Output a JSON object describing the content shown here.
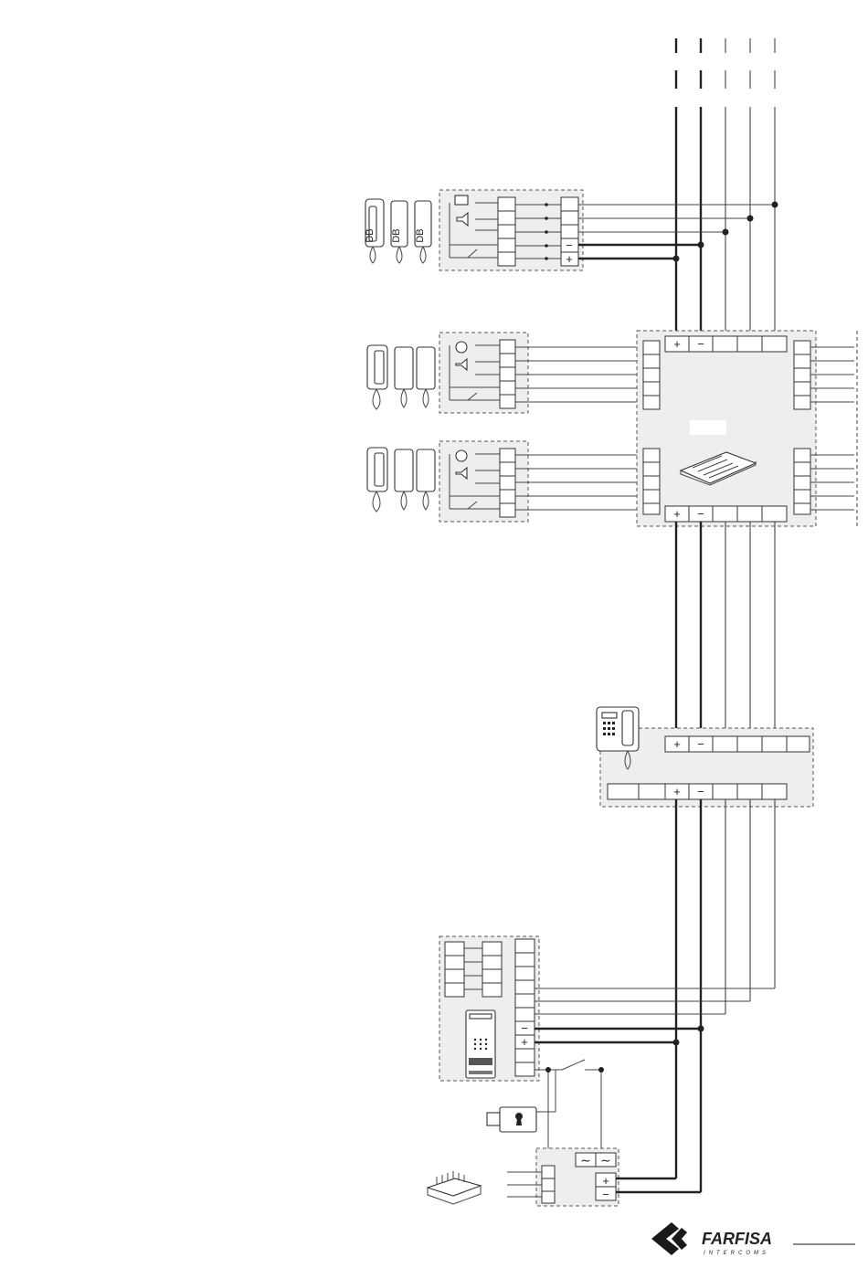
{
  "header": {},
  "colors": {
    "line": "#222222",
    "panel": "#eeeeee",
    "brand": "#1a1a1a"
  },
  "icons": [
    "handset-icon",
    "bell-icon",
    "speaker-icon",
    "door-switch-icon",
    "keypad-icon",
    "lock-icon",
    "power-supply-icon",
    "distributor-icon",
    "farfisa-logo"
  ],
  "labels": {
    "plus": "+",
    "minus": "−",
    "ac": "∼",
    "db": "DB"
  },
  "logo": {
    "brand": "FARFISA",
    "sub": "INTERCOMS"
  }
}
